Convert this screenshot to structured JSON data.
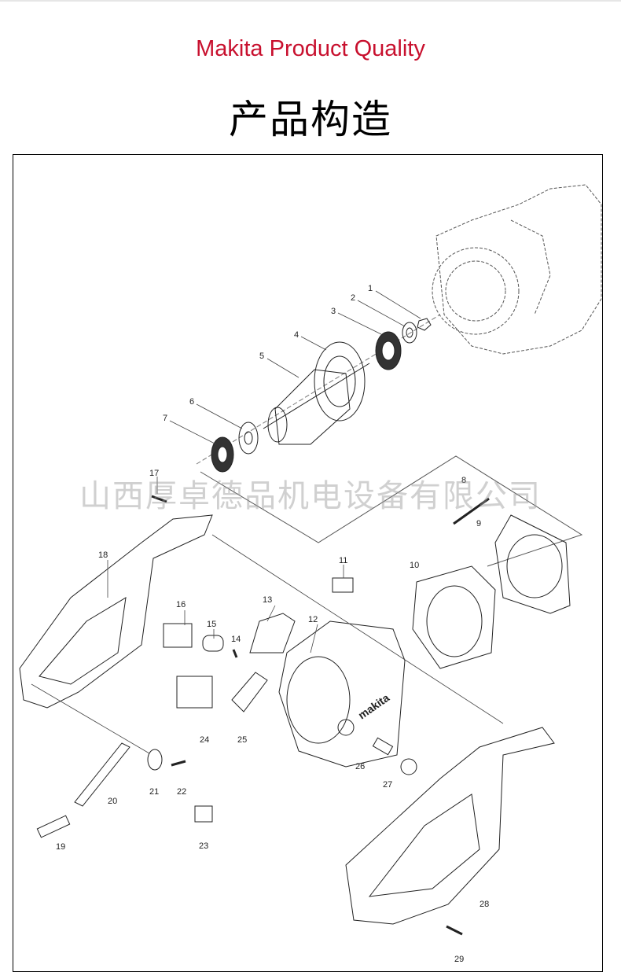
{
  "header": {
    "brand": "Makita Product Quality",
    "title": "产品构造",
    "brand_color": "#c8102e"
  },
  "watermark": "山西厚卓德品机电设备有限公司",
  "diagram": {
    "part_numbers": [
      "1",
      "2",
      "3",
      "4",
      "5",
      "6",
      "7",
      "8",
      "9",
      "10",
      "11",
      "12",
      "13",
      "14",
      "15",
      "16",
      "17",
      "18",
      "19",
      "20",
      "21",
      "22",
      "23",
      "24",
      "25",
      "26",
      "27",
      "28",
      "29"
    ],
    "logo_text": "makita"
  }
}
